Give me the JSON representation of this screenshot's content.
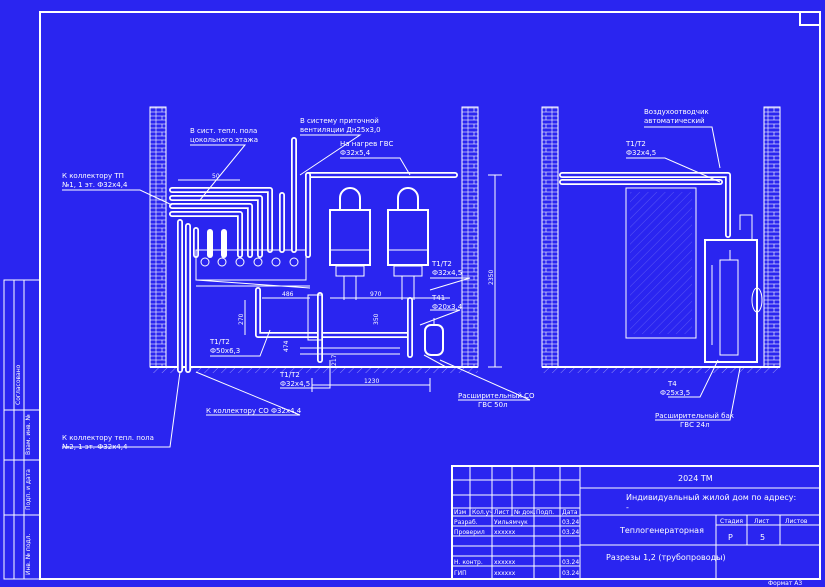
{
  "drawing": {
    "project_code": "2024 ТМ",
    "project_title": "Индивидуальный жилой дом по адресу:",
    "project_title_line2": "-",
    "section_name": "Теплогенераторная",
    "sheet_name": "Разрезы 1,2 (трубопроводы)",
    "stage_header": "Стадия",
    "sheet_header": "Лист",
    "sheets_header": "Листов",
    "stage": "Р",
    "sheet_no": "5",
    "format": "Формат А3",
    "title_headers": [
      "Изм",
      "Кол.уч",
      "Лист",
      "№ док.",
      "Подп.",
      "Дата"
    ],
    "role_1": "Разраб.",
    "role_1_name": "Уильямчук",
    "role_2": "Проверил",
    "role_2_name": "хххххх",
    "role_3": "Н. контр.",
    "role_3_name": "хххххх",
    "role_4": "ГИП",
    "role_4_name": "хххххх",
    "date_1": "03.24",
    "date_2": "03.24",
    "date_3": "03.24",
    "date_4": "03.24",
    "side_stamp_1": "Согласовано",
    "side_stamp_2": "Взам. инв. №",
    "side_stamp_3": "Подп. и дата",
    "side_stamp_4": "Инв. № подл."
  },
  "section1": {
    "label_collector_tp": "К коллектору ТП",
    "label_collector_tp_2": "№1, 1 эт. Ф32х4,4",
    "label_floor_heat": "В сист. тепл. пола",
    "label_floor_heat_2": "цокольного этажа",
    "label_vent": "В систему приточной",
    "label_vent_2": "вентиляции Дн25х3,0",
    "label_dhw_heat": "На нагрев ГВС",
    "label_dhw_heat_2": "Ф32х5,4",
    "dim_50": "50",
    "dim_486": "486",
    "dim_970": "970",
    "dim_2350": "2350",
    "dim_270": "270",
    "dim_350": "350",
    "dim_474": "474",
    "dim_217": "217",
    "dim_1230": "1230",
    "label_t1t2_a": "Т1/Т2",
    "label_t1t2_a_2": "Ф32х4,5",
    "label_t41": "Т41",
    "label_t41_2": "Ф20х3,4",
    "label_t1t2_b": "Т1/Т2",
    "label_t1t2_b_2": "Ф50х6,3",
    "label_t1t2_c": "Т1/Т2",
    "label_t1t2_c_2": "Ф32х4,5",
    "label_co_tank": "Расширительный СО",
    "label_co_tank_2": "ГВС 50л",
    "label_collector_co": "К коллектору СО Ф32х4,4",
    "label_collector_floor": "К коллектору тепл. пола",
    "label_collector_floor_2": "№2, 1 эт. Ф32х4,4"
  },
  "section2": {
    "label_air_vent": "Воздухоотводчик",
    "label_air_vent_2": "автоматический",
    "label_t1t2": "Т1/Т2",
    "label_t1t2_2": "Ф32х4,5",
    "label_t4": "Т4",
    "label_t4_2": "Ф25х3,5",
    "label_dhw_tank": "Расширительный бак",
    "label_dhw_tank_2": "ГВС 24л"
  }
}
